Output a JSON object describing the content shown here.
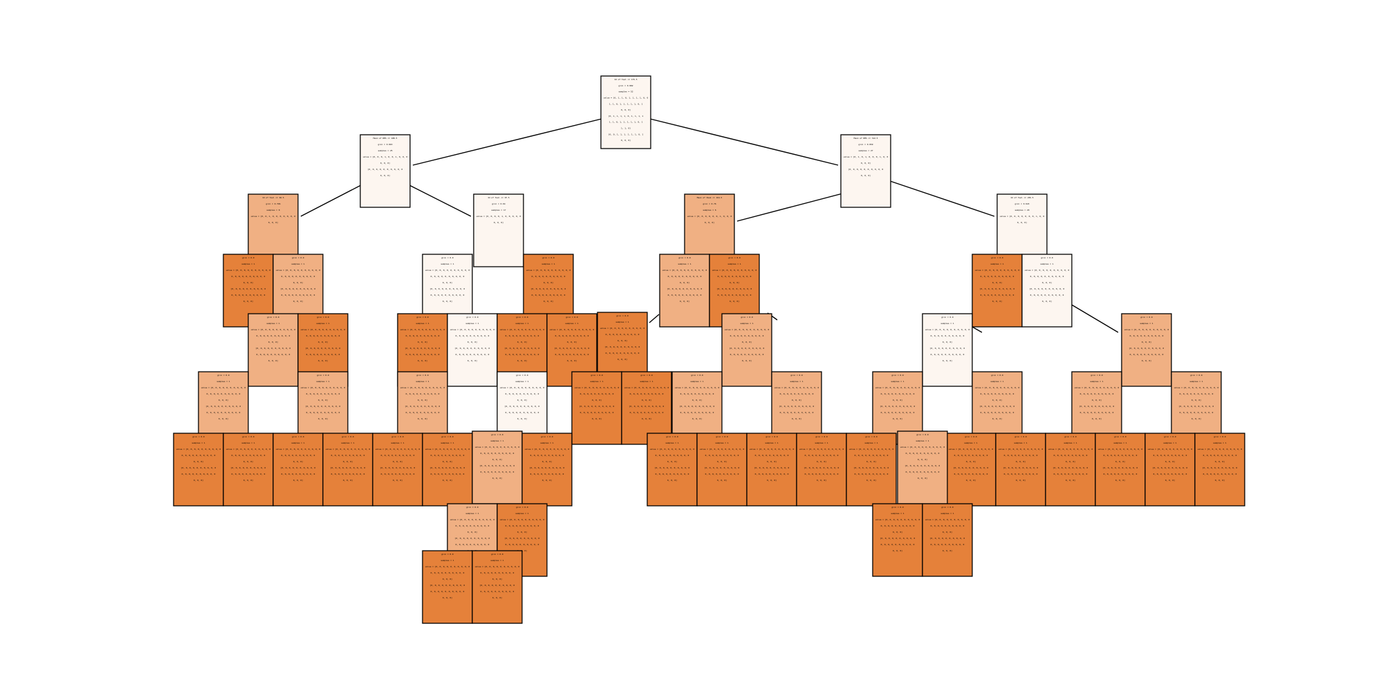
{
  "figure": {
    "type": "decision-tree-plot",
    "fill_colors": {
      "low": "#fdf6f0",
      "mid": "#f0b083",
      "high": "#e5813a"
    },
    "root": {
      "text": [
        "Id of Tool <= 175.5",
        "gini = 0.982",
        "samples = 52",
        "value = [0, 1, 1, 0, 1, 1, 1, 1, 0, 0",
        "1, 1, 0, 1, 1, 1, 1, 1, 0, 1",
        "0, 0, 0]",
        "[0, 1, 1, 1, 1, 0, 1, 1, 1, 1",
        "1, 1, 0, 1, 1, 1, 1, 1, 0, 1",
        "1, 1, 0]",
        "[0, 0, 1, 1, 1, 1, 1, 1, 0, 1",
        "0, 0, 0]"
      ]
    },
    "nodes": [
      {
        "text": [
          "Mean of RMS <= 188.5",
          "gini = 0.963",
          "samples = 25",
          "value = [0, 0, 0, 1, 0, 0, 1, 0, 0, 0",
          "0, 0, 0]",
          "[0, 0, 0, 0, 0, 0, 0, 0, 0, 0",
          "0, 0, 0]"
        ]
      },
      {
        "text": [
          "Mean of RMS <= 312.5",
          "gini = 0.959",
          "samples = 27",
          "value = [0, 1, 0, 1, 0, 0, 0, 1, 0, 0",
          "0, 0, 0]",
          "[0, 0, 0, 0, 0, 0, 0, 0, 0, 0",
          "0, 0, 0]"
        ]
      },
      {
        "text": [
          "Id of Tool <= 94.5",
          "gini = 0.766",
          "samples = 8",
          "value = [0, 0, 1, 0, 0, 0, 0, 0, 0, 0",
          "0, 0, 0]"
        ]
      },
      {
        "text": [
          "Id of Tool <= 97.5",
          "gini = 0.94",
          "samples = 17",
          "value = [0, 0, 0, 0, 1, 0, 0, 0, 0, 0",
          "0, 0, 0]"
        ]
      },
      {
        "text": [
          "Mean of Peak <= 164.5",
          "gini = 0.76",
          "samples = 6",
          "value = [0, 0, 0, 0, 0, 0, 1, 0, 0, 0",
          "0, 0, 0]"
        ]
      },
      {
        "text": [
          "Id of Tool <= 236.5",
          "gini = 0.943",
          "samples = 20",
          "value = [0, 0, 0, 0, 0, 0, 0, 1, 0, 0",
          "0, 0, 0]"
        ]
      }
    ],
    "leaf_text": [
      "gini = 0.0",
      "samples = 1",
      "value = [0, 0, 0, 0, 0, 0, 0, 0, 0, 0",
      "0, 0, 0, 0, 0, 0, 0, 0, 0, 0",
      "0, 0, 0]",
      "[0, 0, 0, 0, 0, 0, 0, 0, 0, 0",
      "0, 0, 0, 0, 0, 0, 0, 0, 0, 0",
      "0, 0, 0]"
    ]
  }
}
